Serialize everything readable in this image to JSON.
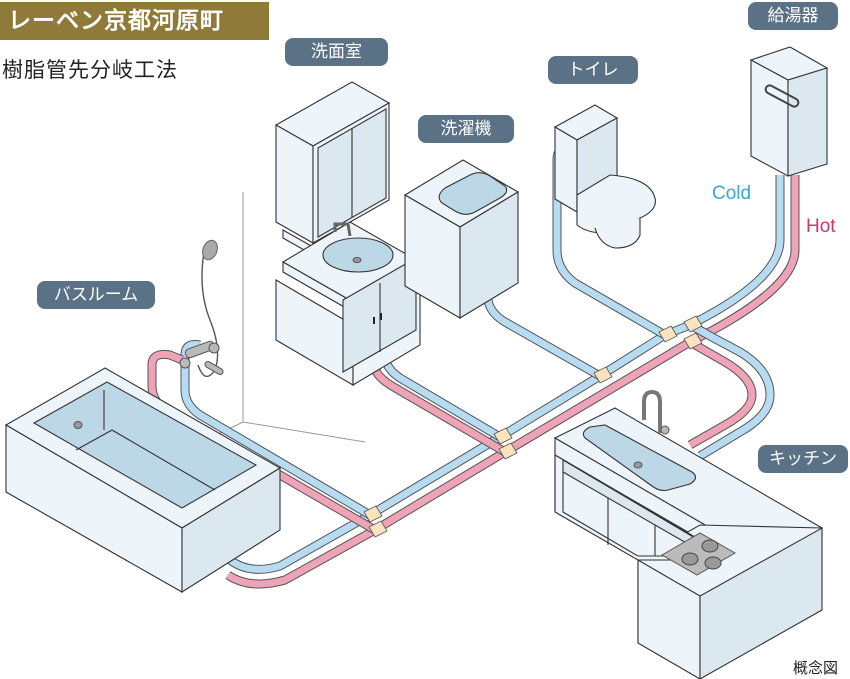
{
  "title": "レーベン京都河原町",
  "subtitle": "樹脂管先分岐工法",
  "labels": {
    "washroom": "洗面室",
    "washing_machine": "洗濯機",
    "toilet": "トイレ",
    "water_heater": "給湯器",
    "bathroom": "バスルーム",
    "kitchen": "キッチン"
  },
  "legend": {
    "cold": "Cold",
    "hot": "Hot"
  },
  "note": "概念図",
  "colors": {
    "title_bg": "#8f7a3a",
    "tag_bg": "#5a7186",
    "cold_pipe": "#b7dcf2",
    "hot_pipe": "#eea3b6",
    "cold_text": "#3aa6dc",
    "hot_text": "#d6336c",
    "fitting": "#fbe3c0",
    "fixture_fill": "#eef5fa",
    "water_fill": "#bcd7e6"
  }
}
